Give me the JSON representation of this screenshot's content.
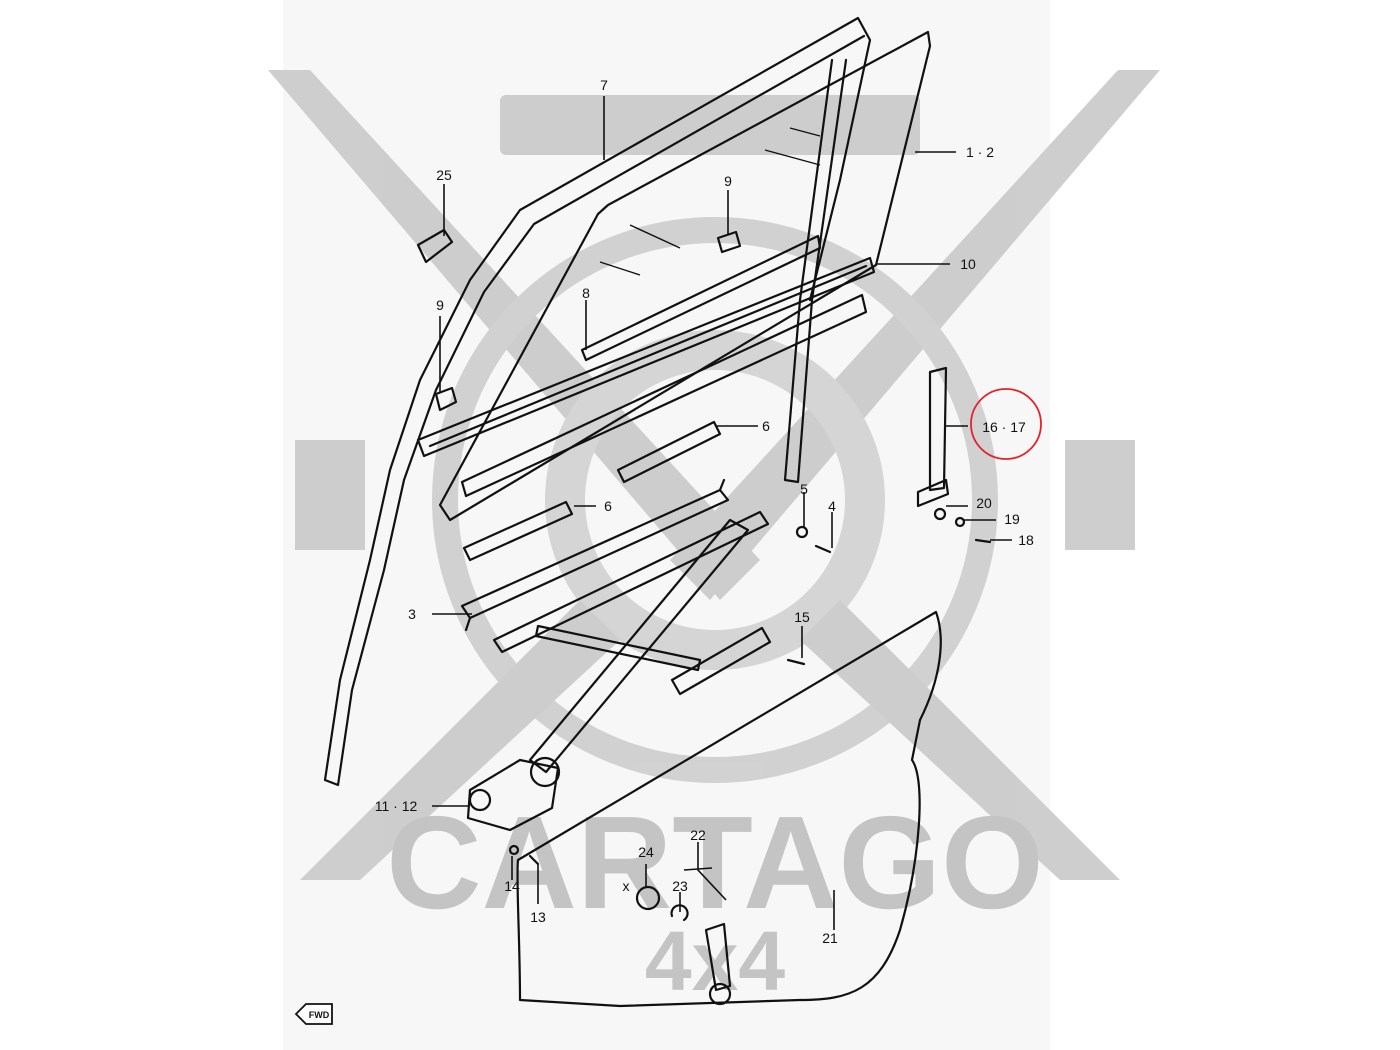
{
  "watermark": {
    "line1": "CARTAGO",
    "line2": "4x4"
  },
  "colors": {
    "background": "#f7f7f7",
    "linework": "#111111",
    "watermark": "#c4c4c4",
    "highlight": "#e0242b"
  },
  "labels": {
    "l7": "7",
    "l12": "1 · 2",
    "l25": "25",
    "l9a": "9",
    "l10": "10",
    "l8": "8",
    "l9b": "9",
    "l6a": "6",
    "l1617": "16 · 17",
    "l5": "5",
    "l4": "4",
    "l6b": "6",
    "l20": "20",
    "l19": "19",
    "l18": "18",
    "l3": "3",
    "l15": "15",
    "l1112": "11 · 12",
    "l22": "22",
    "l24": "24",
    "lx": "x",
    "l23": "23",
    "l14": "14",
    "l13": "13",
    "l21": "21",
    "fwd": "FWD"
  }
}
